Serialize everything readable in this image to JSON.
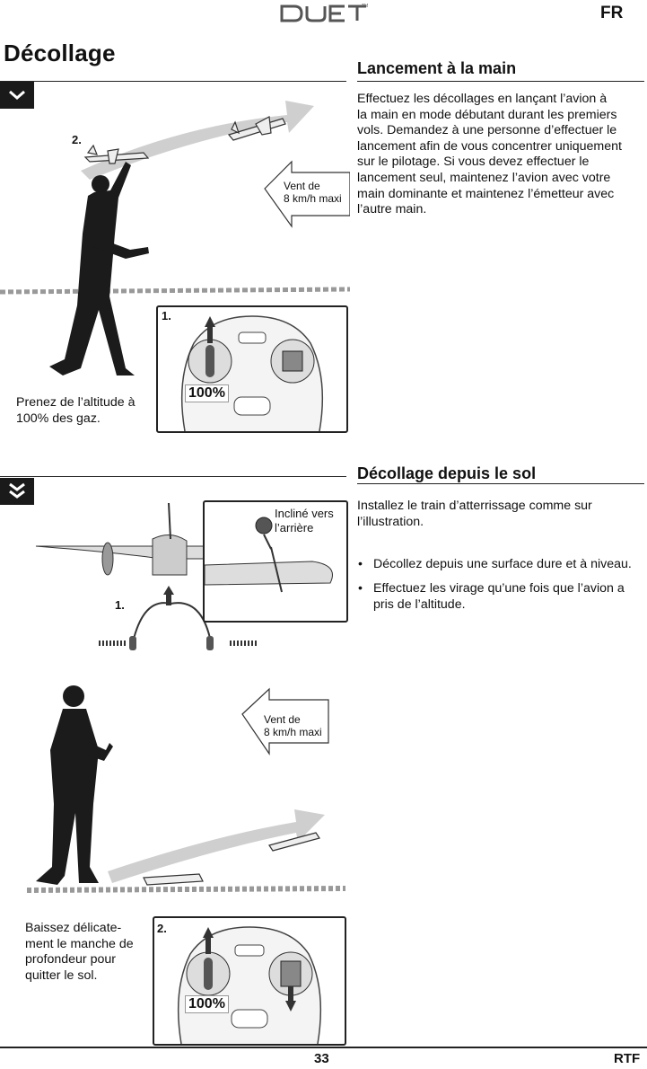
{
  "header": {
    "logo": "DUET",
    "lang": "FR"
  },
  "title": "Décollage",
  "section1": {
    "heading": "Lancement à la main",
    "lines": [
      "Effectuez les décollages en lançant l’avion à",
      "la main en mode débutant durant les premiers",
      "vols. Demandez à une personne d’effectuer le",
      "lancement afin de vous concentrer uniquement",
      "sur le pilotage. Si vous devez effectuer le",
      "lancement seul, maintenez l’avion avec votre",
      "main dominante et maintenez l’émetteur avec",
      "l’autre main."
    ],
    "wind_line1": "Vent de",
    "wind_line2": "8 km/h maxi",
    "step1": "1.",
    "step2": "2.",
    "throttle": "100%",
    "caption_line1": "Prenez de l’altitude à",
    "caption_line2": "100% des gaz."
  },
  "section2": {
    "heading": "Décollage depuis le sol",
    "intro_line1": "Installez le train d’atterrissage comme sur",
    "intro_line2": "l’illustration.",
    "bullets": [
      {
        "line1": "Décollez depuis une surface dure et à niveau.",
        "line2": ""
      },
      {
        "line1": "Effectuez les virage qu’une fois que l’avion a",
        "line2": "pris de l’altitude."
      }
    ],
    "tilt_line1": "Incliné vers",
    "tilt_line2": "l’arrière",
    "step1": "1.",
    "step2": "2.",
    "wind_line1": "Vent de",
    "wind_line2": "8 km/h maxi",
    "throttle": "100%",
    "caption_lines": [
      "Baissez délicate-",
      "ment le manche de",
      "profondeur pour",
      "quitter le sol."
    ]
  },
  "footer": {
    "page": "33",
    "edition": "RTF"
  }
}
